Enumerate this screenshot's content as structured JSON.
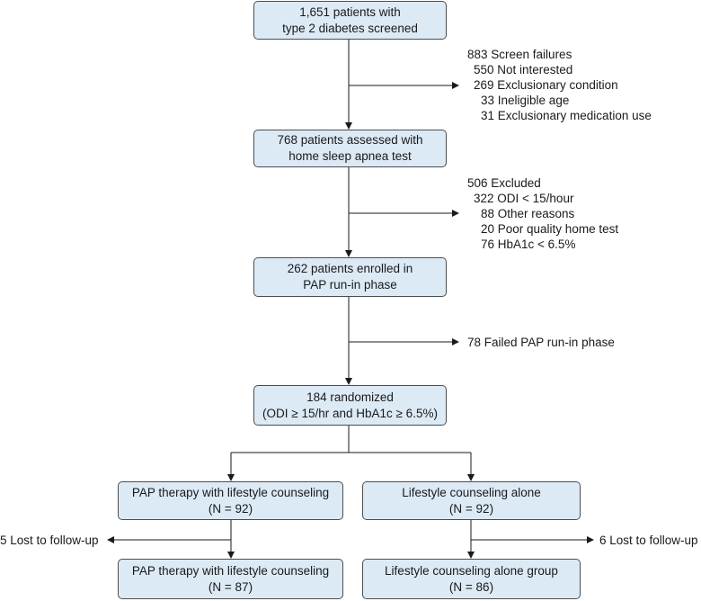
{
  "screened": {
    "line1": "1,651 patients with",
    "line2": "type 2 diabetes screened"
  },
  "screen_failures": {
    "header": "883 Screen failures",
    "items": [
      "550 Not interested",
      "269 Exclusionary condition",
      "33 Ineligible age",
      "31 Exclusionary medication use"
    ]
  },
  "assessed": {
    "line1": "768 patients assessed with",
    "line2": "home sleep apnea test"
  },
  "excluded": {
    "header": "506 Excluded",
    "items": [
      "322 ODI < 15/hour",
      "88 Other reasons",
      "20 Poor quality home test",
      "76 HbA1c < 6.5%"
    ]
  },
  "enrolled": {
    "line1": "262 patients enrolled in",
    "line2": "PAP run-in phase"
  },
  "failed_runin": "78 Failed PAP run-in phase",
  "randomized": {
    "line1": "184 randomized",
    "line2": "(ODI ≥ 15/hr and HbA1c ≥ 6.5%)"
  },
  "arm_pap": {
    "line1": "PAP therapy with lifestyle counseling",
    "line2": "(N = 92)"
  },
  "arm_lifestyle": {
    "line1": "Lifestyle counseling alone",
    "line2": "(N = 92)"
  },
  "lost_pap": "5 Lost to follow-up",
  "lost_lifestyle": "6 Lost to follow-up",
  "final_pap": {
    "line1": "PAP therapy with lifestyle counseling",
    "line2": "(N = 87)"
  },
  "final_lifestyle": {
    "line1": "Lifestyle counseling alone group",
    "line2": "(N = 86)"
  }
}
